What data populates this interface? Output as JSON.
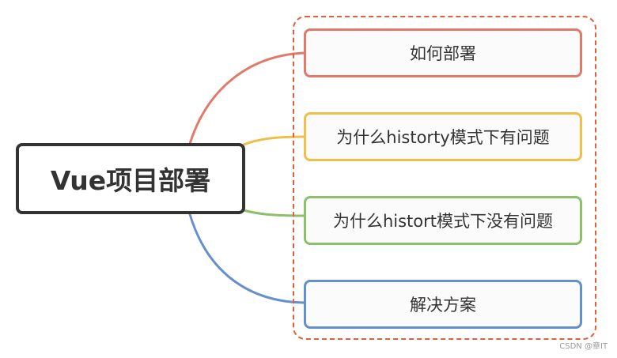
{
  "mindmap": {
    "root": {
      "label": "Vue项目部署",
      "border_color": "#333333"
    },
    "children": [
      {
        "label": "如何部署",
        "color": "#e07a6a"
      },
      {
        "label": "为什么historty模式下有问题",
        "color": "#f0be4a"
      },
      {
        "label": "为什么histort模式下没有问题",
        "color": "#8cc16a"
      },
      {
        "label": "解决方案",
        "color": "#6690cc"
      }
    ],
    "group_border_color": "#e0603a"
  },
  "watermark": "CSDN @章IT"
}
